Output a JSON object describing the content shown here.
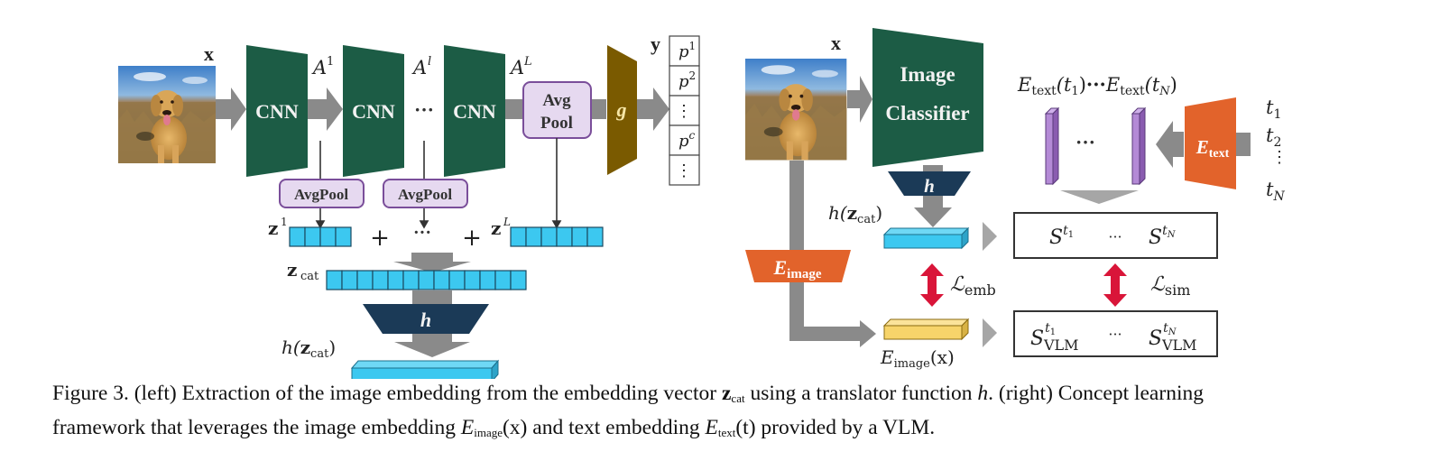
{
  "colors": {
    "cnn_green": "#1c5c45",
    "arrow_gray": "#8a8a8a",
    "arrow_light_gray": "#a6a6a6",
    "pool_fill": "#e6d9f0",
    "pool_border": "#7a4e9a",
    "g_brown": "#7a5a00",
    "h_navy": "#1b3a57",
    "vector_blue": "#3cc8f0",
    "vector_yellow": "#f7d46a",
    "text_embed_purple": "#b48ad6",
    "encoder_orange": "#e2632b",
    "loss_red": "#d91539"
  },
  "left": {
    "input_label": "x",
    "cnn_label": "CNN",
    "activations": [
      "A",
      "A",
      "A"
    ],
    "activation_sups": [
      "1",
      "l",
      "L"
    ],
    "dots": "···",
    "avgpool_label": "AvgPool",
    "avgpool_final_line1": "Avg",
    "avgpool_final_line2": "Pool",
    "g_label": "g",
    "output_label": "y",
    "output_cells": [
      {
        "base": "p",
        "sup": "1"
      },
      {
        "base": "p",
        "sup": "2"
      },
      {
        "base": "⋮",
        "sup": ""
      },
      {
        "base": "p",
        "sup": "c"
      },
      {
        "base": "⋮",
        "sup": ""
      }
    ],
    "z1_label": "z",
    "z1_sup": "1",
    "zL_label": "z",
    "zL_sup": "L",
    "plus": "+",
    "zcat_label": "z",
    "zcat_sub": "cat",
    "h_label": "h",
    "hz_prefix": "h(",
    "hz_z": "z",
    "hz_sub": "cat",
    "hz_suffix": ")"
  },
  "right": {
    "input_label": "x",
    "classifier_line1": "Image",
    "classifier_line2": "Classifier",
    "h_label": "h",
    "hz_prefix": "h(",
    "hz_z": "z",
    "hz_sub": "cat",
    "hz_suffix": ")",
    "eimage_base": "E",
    "eimage_sub": "image",
    "eimage_x_prefix": "E",
    "eimage_x_sub": "image",
    "eimage_x_suffix": "(x)",
    "etext_base": "E",
    "etext_sub": "text",
    "etext_header_left": "E",
    "etext_header_left_sub": "text",
    "etext_header_left_arg": "(t",
    "etext_header_left_argsub": "1",
    "etext_header_close": ")",
    "etext_header_dots": "···",
    "etext_header_right_arg": "(t",
    "etext_header_right_argsub": "N",
    "text_dots": "···",
    "texts": [
      {
        "base": "t",
        "sub": "1"
      },
      {
        "base": "t",
        "sub": "2"
      },
      {
        "base": "⋮",
        "sub": ""
      },
      {
        "base": "t",
        "sub": "N"
      }
    ],
    "sim_row": {
      "left": "S",
      "left_sup": "t",
      "left_sup_sub": "1",
      "dots": "···",
      "right": "S",
      "right_sup": "t",
      "right_sup_sub": "N"
    },
    "vlm_row": {
      "left": "S",
      "left_sup": "t",
      "left_sup_sub": "1",
      "sub": "VLM",
      "dots": "···",
      "right": "S",
      "right_sup": "t",
      "right_sup_sub": "N"
    },
    "loss_emb": "ℒ",
    "loss_emb_sub": "emb",
    "loss_sim": "ℒ",
    "loss_sim_sub": "sim"
  },
  "caption": {
    "part1": "Figure 3. (left) Extraction of the image embedding from the embedding vector ",
    "zcat_z": "z",
    "zcat_sub": "cat",
    "part2": " using a translator function ",
    "h": "h",
    "part3": ". (right) Concept learning",
    "part4": "framework that leverages the image embedding ",
    "eimage": "E",
    "eimage_sub": "image",
    "eimage_arg": "(x)",
    "part5": " and text embedding ",
    "etext": "E",
    "etext_sub": "text",
    "etext_arg": "(t)",
    "part6": " provided by a VLM."
  }
}
